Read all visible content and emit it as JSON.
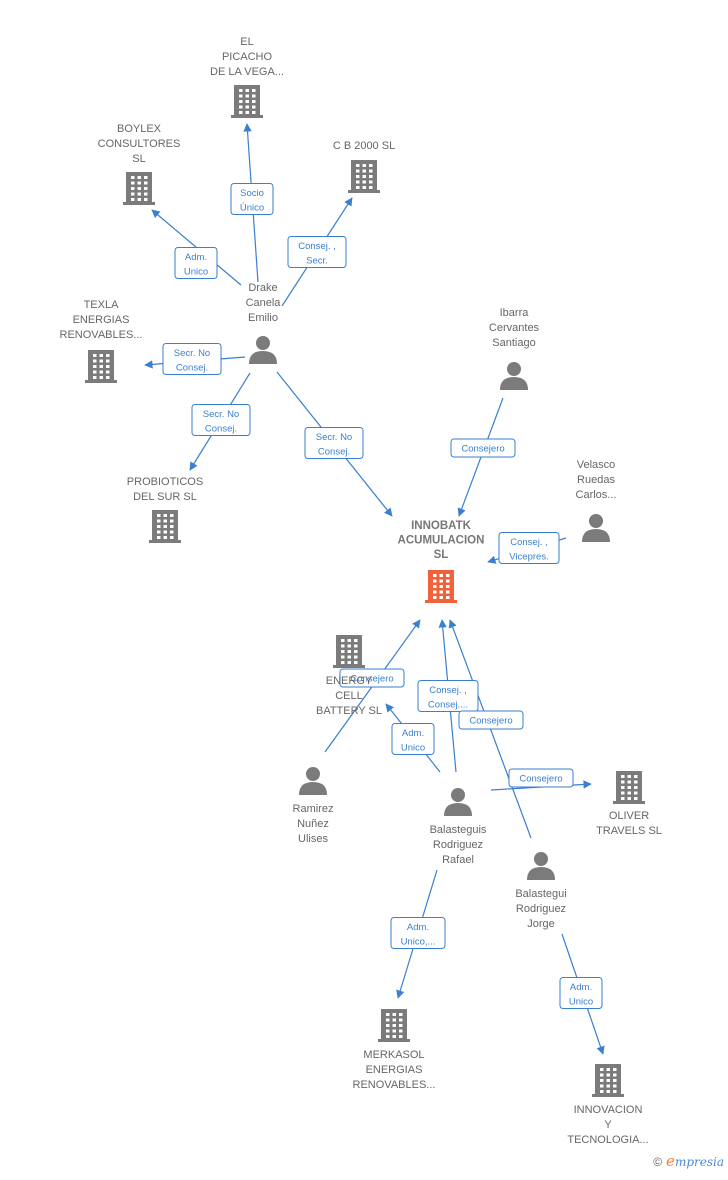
{
  "nodes": {
    "el_picacho": {
      "kind": "company",
      "lines": [
        "EL",
        "PICACHO",
        "DE LA VEGA..."
      ]
    },
    "boylex": {
      "kind": "company",
      "lines": [
        "BOYLEX",
        "CONSULTORES",
        "SL"
      ]
    },
    "cb2000": {
      "kind": "company",
      "lines": [
        "C B 2000 SL"
      ]
    },
    "drake": {
      "kind": "person",
      "lines": [
        "Drake",
        "Canela",
        "Emilio"
      ]
    },
    "texla": {
      "kind": "company",
      "lines": [
        "TEXLA",
        "ENERGIAS",
        "RENOVABLES..."
      ]
    },
    "probioticos": {
      "kind": "company",
      "lines": [
        "PROBIOTICOS",
        "DEL SUR  SL"
      ]
    },
    "ibarra": {
      "kind": "person",
      "lines": [
        "Ibarra",
        "Cervantes",
        "Santiago"
      ]
    },
    "velasco": {
      "kind": "person",
      "lines": [
        "Velasco",
        "Ruedas",
        "Carlos..."
      ]
    },
    "innobatk": {
      "kind": "company",
      "focus": true,
      "lines": [
        "INNOBATK",
        "ACUMULACION",
        "SL"
      ]
    },
    "energy_cell": {
      "kind": "company",
      "lines": [
        "ENERGY",
        "CELL",
        "BATTERY  SL"
      ]
    },
    "ramirez": {
      "kind": "person",
      "lines": [
        "Ramirez",
        "Nuñez",
        "Ulises"
      ]
    },
    "balasteguis_rafael": {
      "kind": "person",
      "lines": [
        "Balasteguis",
        "Rodriguez",
        "Rafael"
      ]
    },
    "oliver": {
      "kind": "company",
      "lines": [
        "OLIVER",
        "TRAVELS  SL"
      ]
    },
    "balastegui_jorge": {
      "kind": "person",
      "lines": [
        "Balastegui",
        "Rodriguez",
        "Jorge"
      ]
    },
    "merkasol": {
      "kind": "company",
      "lines": [
        "MERKASOL",
        "ENERGIAS",
        "RENOVABLES..."
      ]
    },
    "innovacion": {
      "kind": "company",
      "lines": [
        "INNOVACION",
        "Y",
        "TECNOLOGIA..."
      ]
    }
  },
  "edges": [
    {
      "from": "drake",
      "to": "el_picacho",
      "label": [
        "Socio",
        "Único"
      ]
    },
    {
      "from": "drake",
      "to": "boylex",
      "label": [
        "Adm.",
        "Unico"
      ]
    },
    {
      "from": "drake",
      "to": "cb2000",
      "label": [
        "Consej. ,",
        "Secr."
      ]
    },
    {
      "from": "drake",
      "to": "texla",
      "label": [
        "Secr.  No",
        "Consej."
      ]
    },
    {
      "from": "drake",
      "to": "probioticos",
      "label": [
        "Secr.  No",
        "Consej."
      ]
    },
    {
      "from": "drake",
      "to": "innobatk",
      "label": [
        "Secr.  No",
        "Consej."
      ]
    },
    {
      "from": "ibarra",
      "to": "innobatk",
      "label": [
        "Consejero"
      ]
    },
    {
      "from": "velasco",
      "to": "innobatk",
      "label": [
        "Consej. ,",
        "Vicepres."
      ]
    },
    {
      "from": "ramirez",
      "to": "innobatk",
      "label": [
        "Consejero"
      ]
    },
    {
      "from": "balasteguis_rafael",
      "to": "energy_cell",
      "label": [
        "Adm.",
        "Unico"
      ]
    },
    {
      "from": "balasteguis_rafael",
      "to": "innobatk",
      "label": [
        "Consej. ,",
        "Consej...."
      ]
    },
    {
      "from": "balastegui_jorge",
      "to": "innobatk",
      "label": [
        "Consejero"
      ]
    },
    {
      "from": "balasteguis_rafael",
      "to": "oliver",
      "label": [
        "Consejero"
      ]
    },
    {
      "from": "balasteguis_rafael",
      "to": "merkasol",
      "label": [
        "Adm.",
        "Unico,..."
      ]
    },
    {
      "from": "balastegui_jorge",
      "to": "innovacion",
      "label": [
        "Adm.",
        "Unico"
      ]
    }
  ],
  "watermark": {
    "copyright": "©",
    "brand_initial": "e",
    "brand_rest": "mpresia"
  },
  "colors": {
    "edge": "#3a7fd0",
    "icon": "#7b7b7b",
    "focus_icon": "#f0633a"
  }
}
